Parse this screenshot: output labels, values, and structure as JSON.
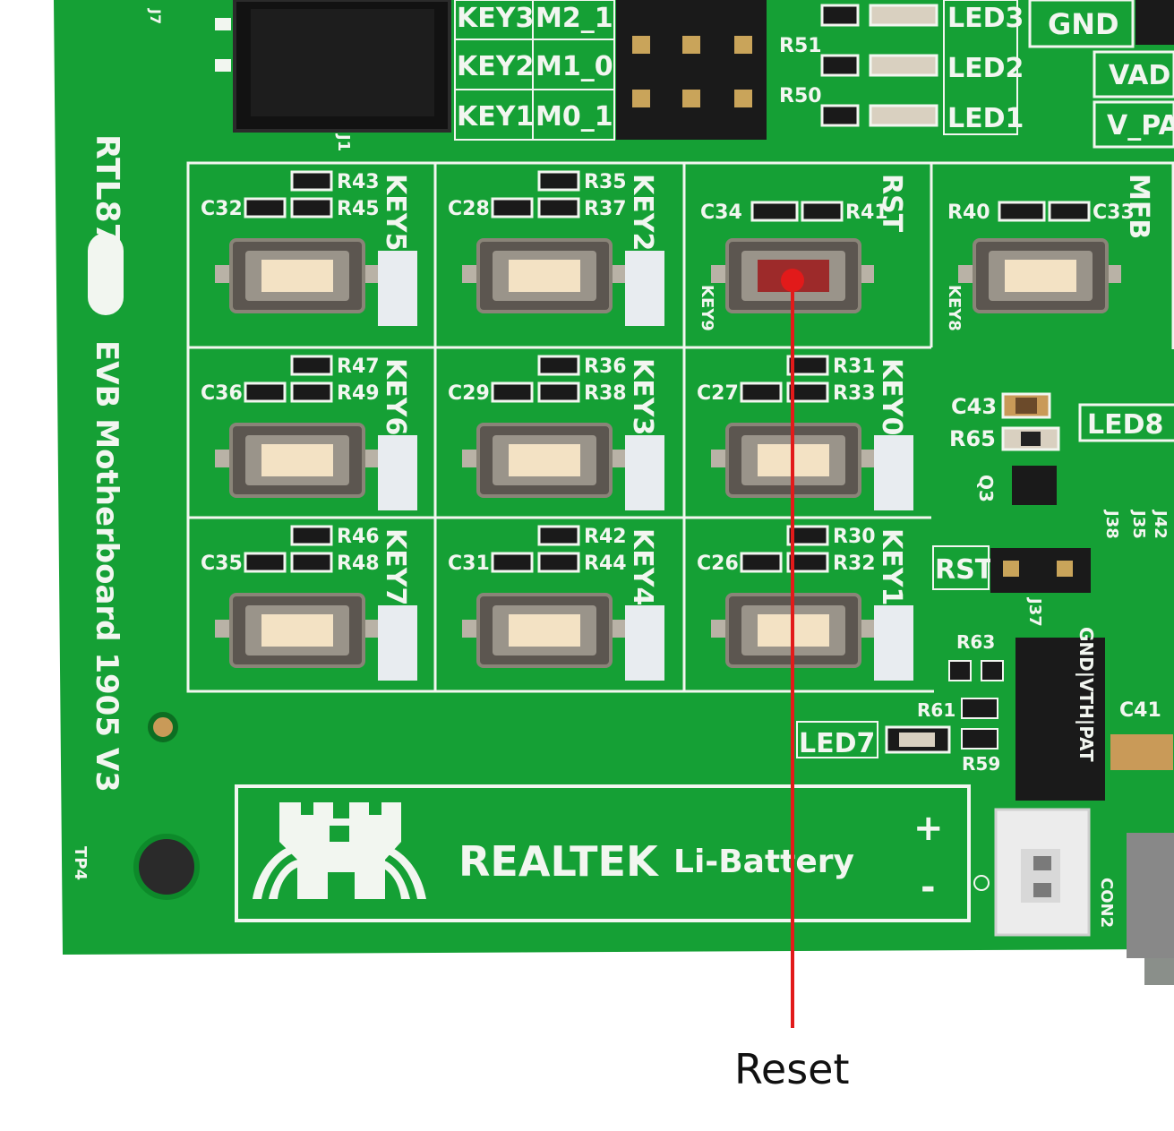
{
  "colors": {
    "pcb": "#15a035",
    "pcb_dark": "#0f7f28",
    "silk": "#f2f6f0",
    "button_cap": "#f3e2c4",
    "reset_cap": "#9d2a2a",
    "callout": "#e21a1a"
  },
  "board": {
    "title": "RTL87",
    "subtitle": "EVB Motherboard 1905 V3",
    "tp_label": "TP4",
    "j7": "J7",
    "j1": "J1",
    "header_labels": {
      "key3": "KEY3",
      "key2": "KEY2",
      "key1": "KEY1",
      "m2_1": "M2_1",
      "m1_0": "M1_0",
      "m0_1": "M0_1"
    },
    "top_leds": [
      "LED3",
      "LED2",
      "LED1"
    ],
    "top_resistors": [
      "R51",
      "R50"
    ],
    "gnd": "GND",
    "vadd": "VADI",
    "vpa": "V_PA"
  },
  "key_grid": [
    {
      "key": "KEY5",
      "comps": [
        "C32",
        "R43",
        "R45"
      ]
    },
    {
      "key": "KEY2",
      "comps": [
        "C28",
        "R35",
        "R37"
      ]
    },
    {
      "key": "RST",
      "sub": "KEY9",
      "comps": [
        "C34",
        "R41"
      ]
    },
    {
      "key": "MFB",
      "sub": "KEY8",
      "comps": [
        "R40",
        "C33"
      ]
    },
    {
      "key": "KEY6",
      "comps": [
        "C36",
        "R47",
        "R49"
      ]
    },
    {
      "key": "KEY3",
      "comps": [
        "C29",
        "R36",
        "R38"
      ]
    },
    {
      "key": "KEY0",
      "comps": [
        "C27",
        "R31",
        "R33"
      ]
    },
    {
      "key": "KEY7",
      "comps": [
        "C35",
        "R46",
        "R48"
      ]
    },
    {
      "key": "KEY4",
      "comps": [
        "C31",
        "R42",
        "R44"
      ]
    },
    {
      "key": "KEY1",
      "comps": [
        "C26",
        "R30",
        "R32"
      ]
    }
  ],
  "right_side": {
    "c43": "C43",
    "r65": "R65",
    "q3": "Q3",
    "led8": "LED8",
    "j38": "J38",
    "j35": "J35",
    "j42": "J42",
    "rst": "RST",
    "j37": "J37",
    "r63": "R63",
    "r61": "R61",
    "r59": "R59",
    "c41": "C41",
    "led7": "LED7",
    "gnd_vth_pat": "GND|VTH|PAT",
    "con2": "CON2"
  },
  "battery": {
    "brand": "REALTEK",
    "label": "Li-Battery",
    "plus": "+",
    "minus": "-"
  },
  "callout": {
    "label": "Reset"
  }
}
